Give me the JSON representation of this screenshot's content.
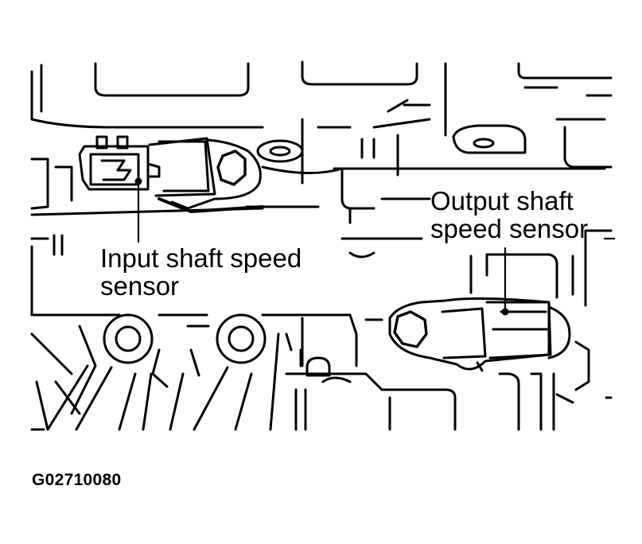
{
  "figure": {
    "id_code": "G02710080",
    "line_color": "#000000",
    "background": "#ffffff"
  },
  "callouts": {
    "input_shaft": {
      "line1": "Input shaft speed",
      "line2": "sensor"
    },
    "output_shaft": {
      "line1": "Output shaft",
      "line2": "speed sensor"
    }
  }
}
